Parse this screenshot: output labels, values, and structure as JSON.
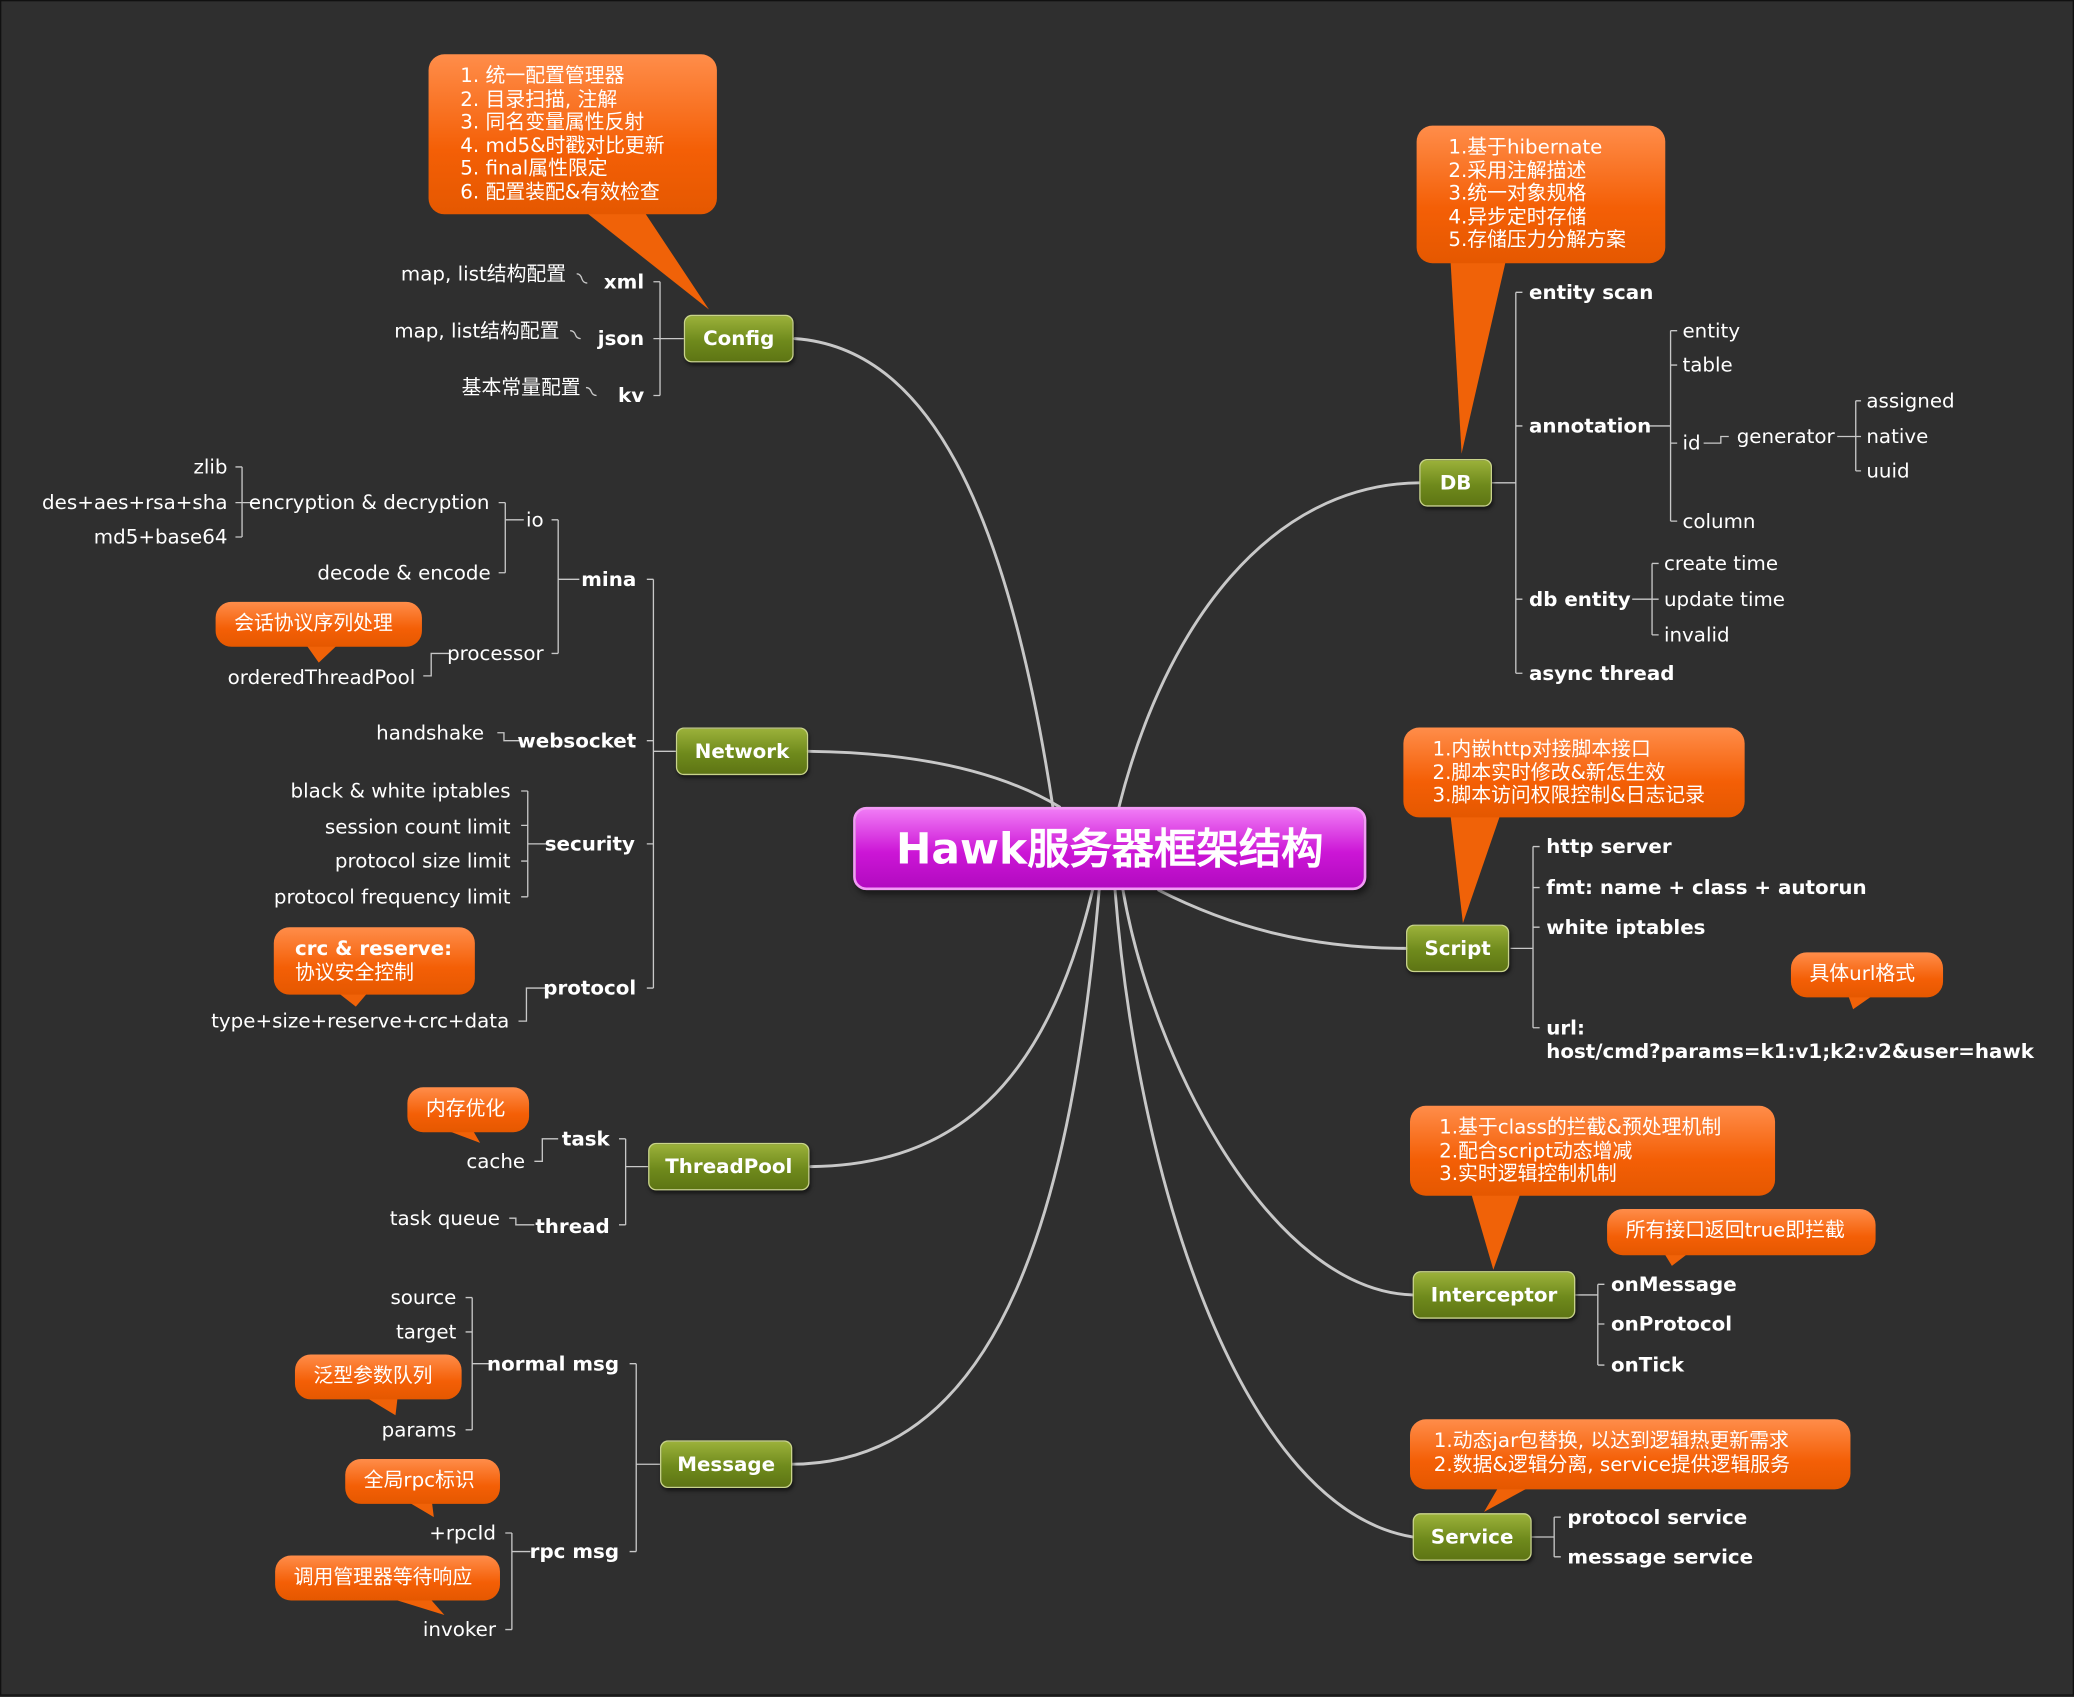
{
  "central": {
    "title": "Hawk服务器框架结构"
  },
  "branches": {
    "config": {
      "label": "Config",
      "children": [
        {
          "label": "xml",
          "leaf": "map, list结构配置"
        },
        {
          "label": "json",
          "leaf": "map, list结构配置"
        },
        {
          "label": "kv",
          "leaf": "基本常量配置"
        }
      ],
      "callout": [
        "1. 统一配置管理器",
        "2. 目录扫描, 注解",
        "3. 同名变量属性反射",
        "4. md5&时戳对比更新",
        "5. final属性限定",
        "6. 配置装配&有效检查"
      ]
    },
    "network": {
      "label": "Network",
      "mina": "mina",
      "io": "io",
      "enc": "encryption & decryption",
      "enc_items": [
        "zlib",
        "des+aes+rsa+sha",
        "md5+base64"
      ],
      "decode": "decode & encode",
      "processor": "processor",
      "processor_callout": "会话协议序列处理",
      "ordered": "orderedThreadPool",
      "websocket": "websocket",
      "handshake": "handshake",
      "security": "security",
      "security_items": [
        "black & white iptables",
        "session count limit",
        "protocol size limit",
        "protocol frequency limit"
      ],
      "protocol": "protocol",
      "protocol_callout": [
        "crc & reserve:",
        "协议安全控制"
      ],
      "protocol_leaf": "type+size+reserve+crc+data"
    },
    "threadpool": {
      "label": "ThreadPool",
      "task": "task",
      "task_callout": "内存优化",
      "cache": "cache",
      "thread": "thread",
      "task_queue": "task queue"
    },
    "message": {
      "label": "Message",
      "normal": "normal msg",
      "normal_items": [
        "source",
        "target",
        "params"
      ],
      "normal_callout": "泛型参数队列",
      "rpc": "rpc msg",
      "rpc_callout1": "全局rpc标识",
      "rpcid": "+rpcId",
      "rpc_callout2": "调用管理器等待响应",
      "invoker": "invoker"
    },
    "db": {
      "label": "DB",
      "callout": [
        "1.基于hibernate",
        "2.采用注解描述",
        "3.统一对象规格",
        "4.异步定时存储",
        "5.存储压力分解方案"
      ],
      "entity_scan": "entity scan",
      "annotation": "annotation",
      "ann_items": [
        "entity",
        "table",
        "id",
        "column"
      ],
      "generator": "generator",
      "gen_items": [
        "assigned",
        "native",
        "uuid"
      ],
      "db_entity": "db entity",
      "db_entity_items": [
        "create time",
        "update time",
        "invalid"
      ],
      "async": "async thread"
    },
    "script": {
      "label": "Script",
      "callout": [
        "1.内嵌http对接脚本接口",
        "2.脚本实时修改&新怎生效",
        "3.脚本访问权限控制&日志记录"
      ],
      "items": [
        "http server",
        "fmt: name + class + autorun",
        "white iptables"
      ],
      "url_callout": "具体url格式",
      "url1": "url:",
      "url2": "host/cmd?params=k1:v1;k2:v2&user=hawk"
    },
    "interceptor": {
      "label": "Interceptor",
      "callout": [
        "1.基于class的拦截&预处理机制",
        "2.配合script动态增减",
        "3.实时逻辑控制机制"
      ],
      "small_callout": "所有接口返回true即拦截",
      "items": [
        "onMessage",
        "onProtocol",
        "onTick"
      ]
    },
    "service": {
      "label": "Service",
      "callout": [
        "1.动态jar包替换, 以达到逻辑热更新需求",
        "2.数据&逻辑分离, service提供逻辑服务"
      ],
      "items": [
        "protocol service",
        "message service"
      ]
    }
  },
  "colors": {
    "background": "#2f2f2f",
    "central": "#cc16d6",
    "branch": "#6f8a1c",
    "callout": "#f45f06",
    "line": "#c8c8c8"
  }
}
